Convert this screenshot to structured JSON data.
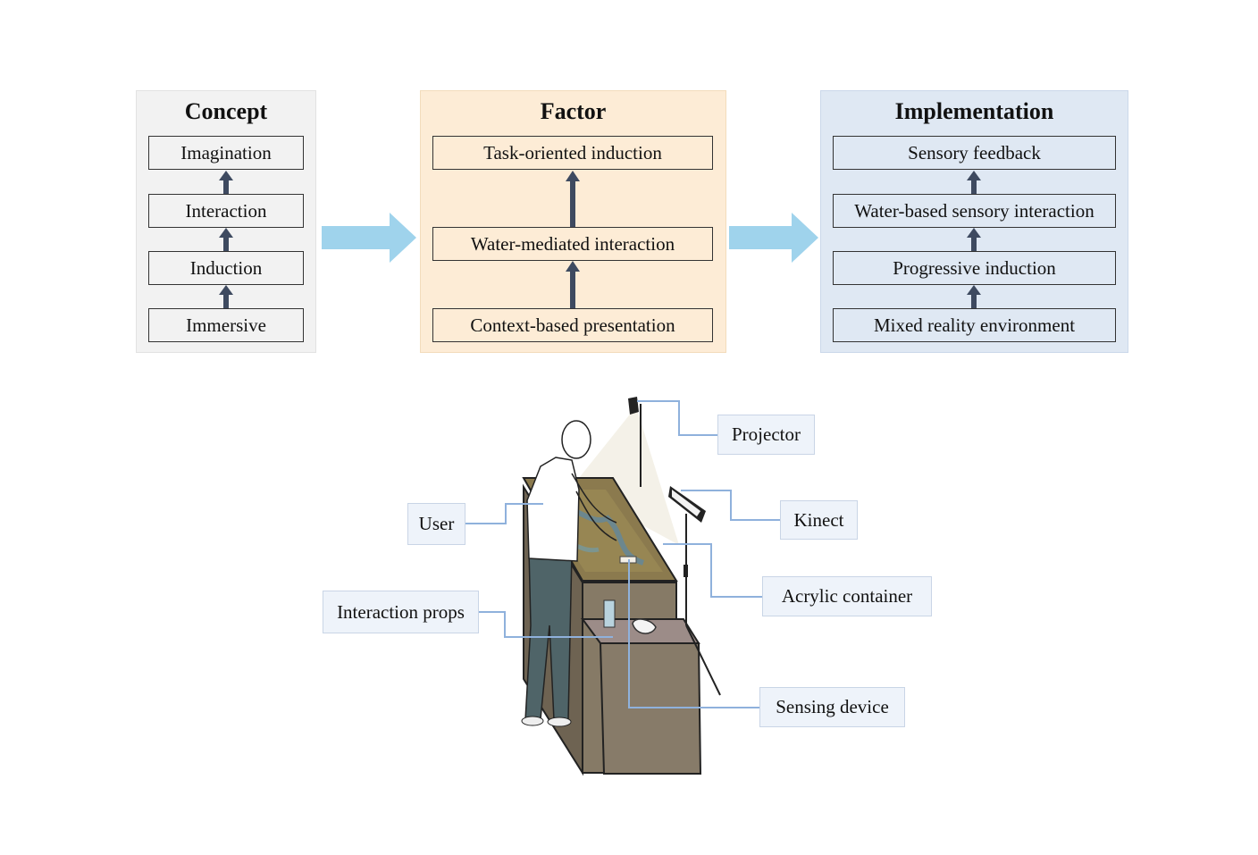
{
  "concept": {
    "title": "Concept",
    "items": [
      "Imagination",
      "Interaction",
      "Induction",
      "Immersive"
    ]
  },
  "factor": {
    "title": "Factor",
    "items": [
      "Task-oriented induction",
      "Water-mediated interaction",
      "Context-based presentation"
    ]
  },
  "implementation": {
    "title": "Implementation",
    "items": [
      "Sensory feedback",
      "Water-based sensory interaction",
      "Progressive induction",
      "Mixed reality environment"
    ]
  },
  "labels": {
    "projector": "Projector",
    "kinect": "Kinect",
    "user": "User",
    "acrylic": "Acrylic container",
    "props": "Interaction props",
    "sensing": "Sensing device"
  },
  "colors": {
    "concept_bg": "#f2f2f2",
    "factor_bg": "#fdecd6",
    "implementation_bg": "#dfe8f3",
    "arrow_big": "#9fd3ec",
    "arrow_small": "#3e4a60",
    "leader_line": "#8fb1dc"
  }
}
